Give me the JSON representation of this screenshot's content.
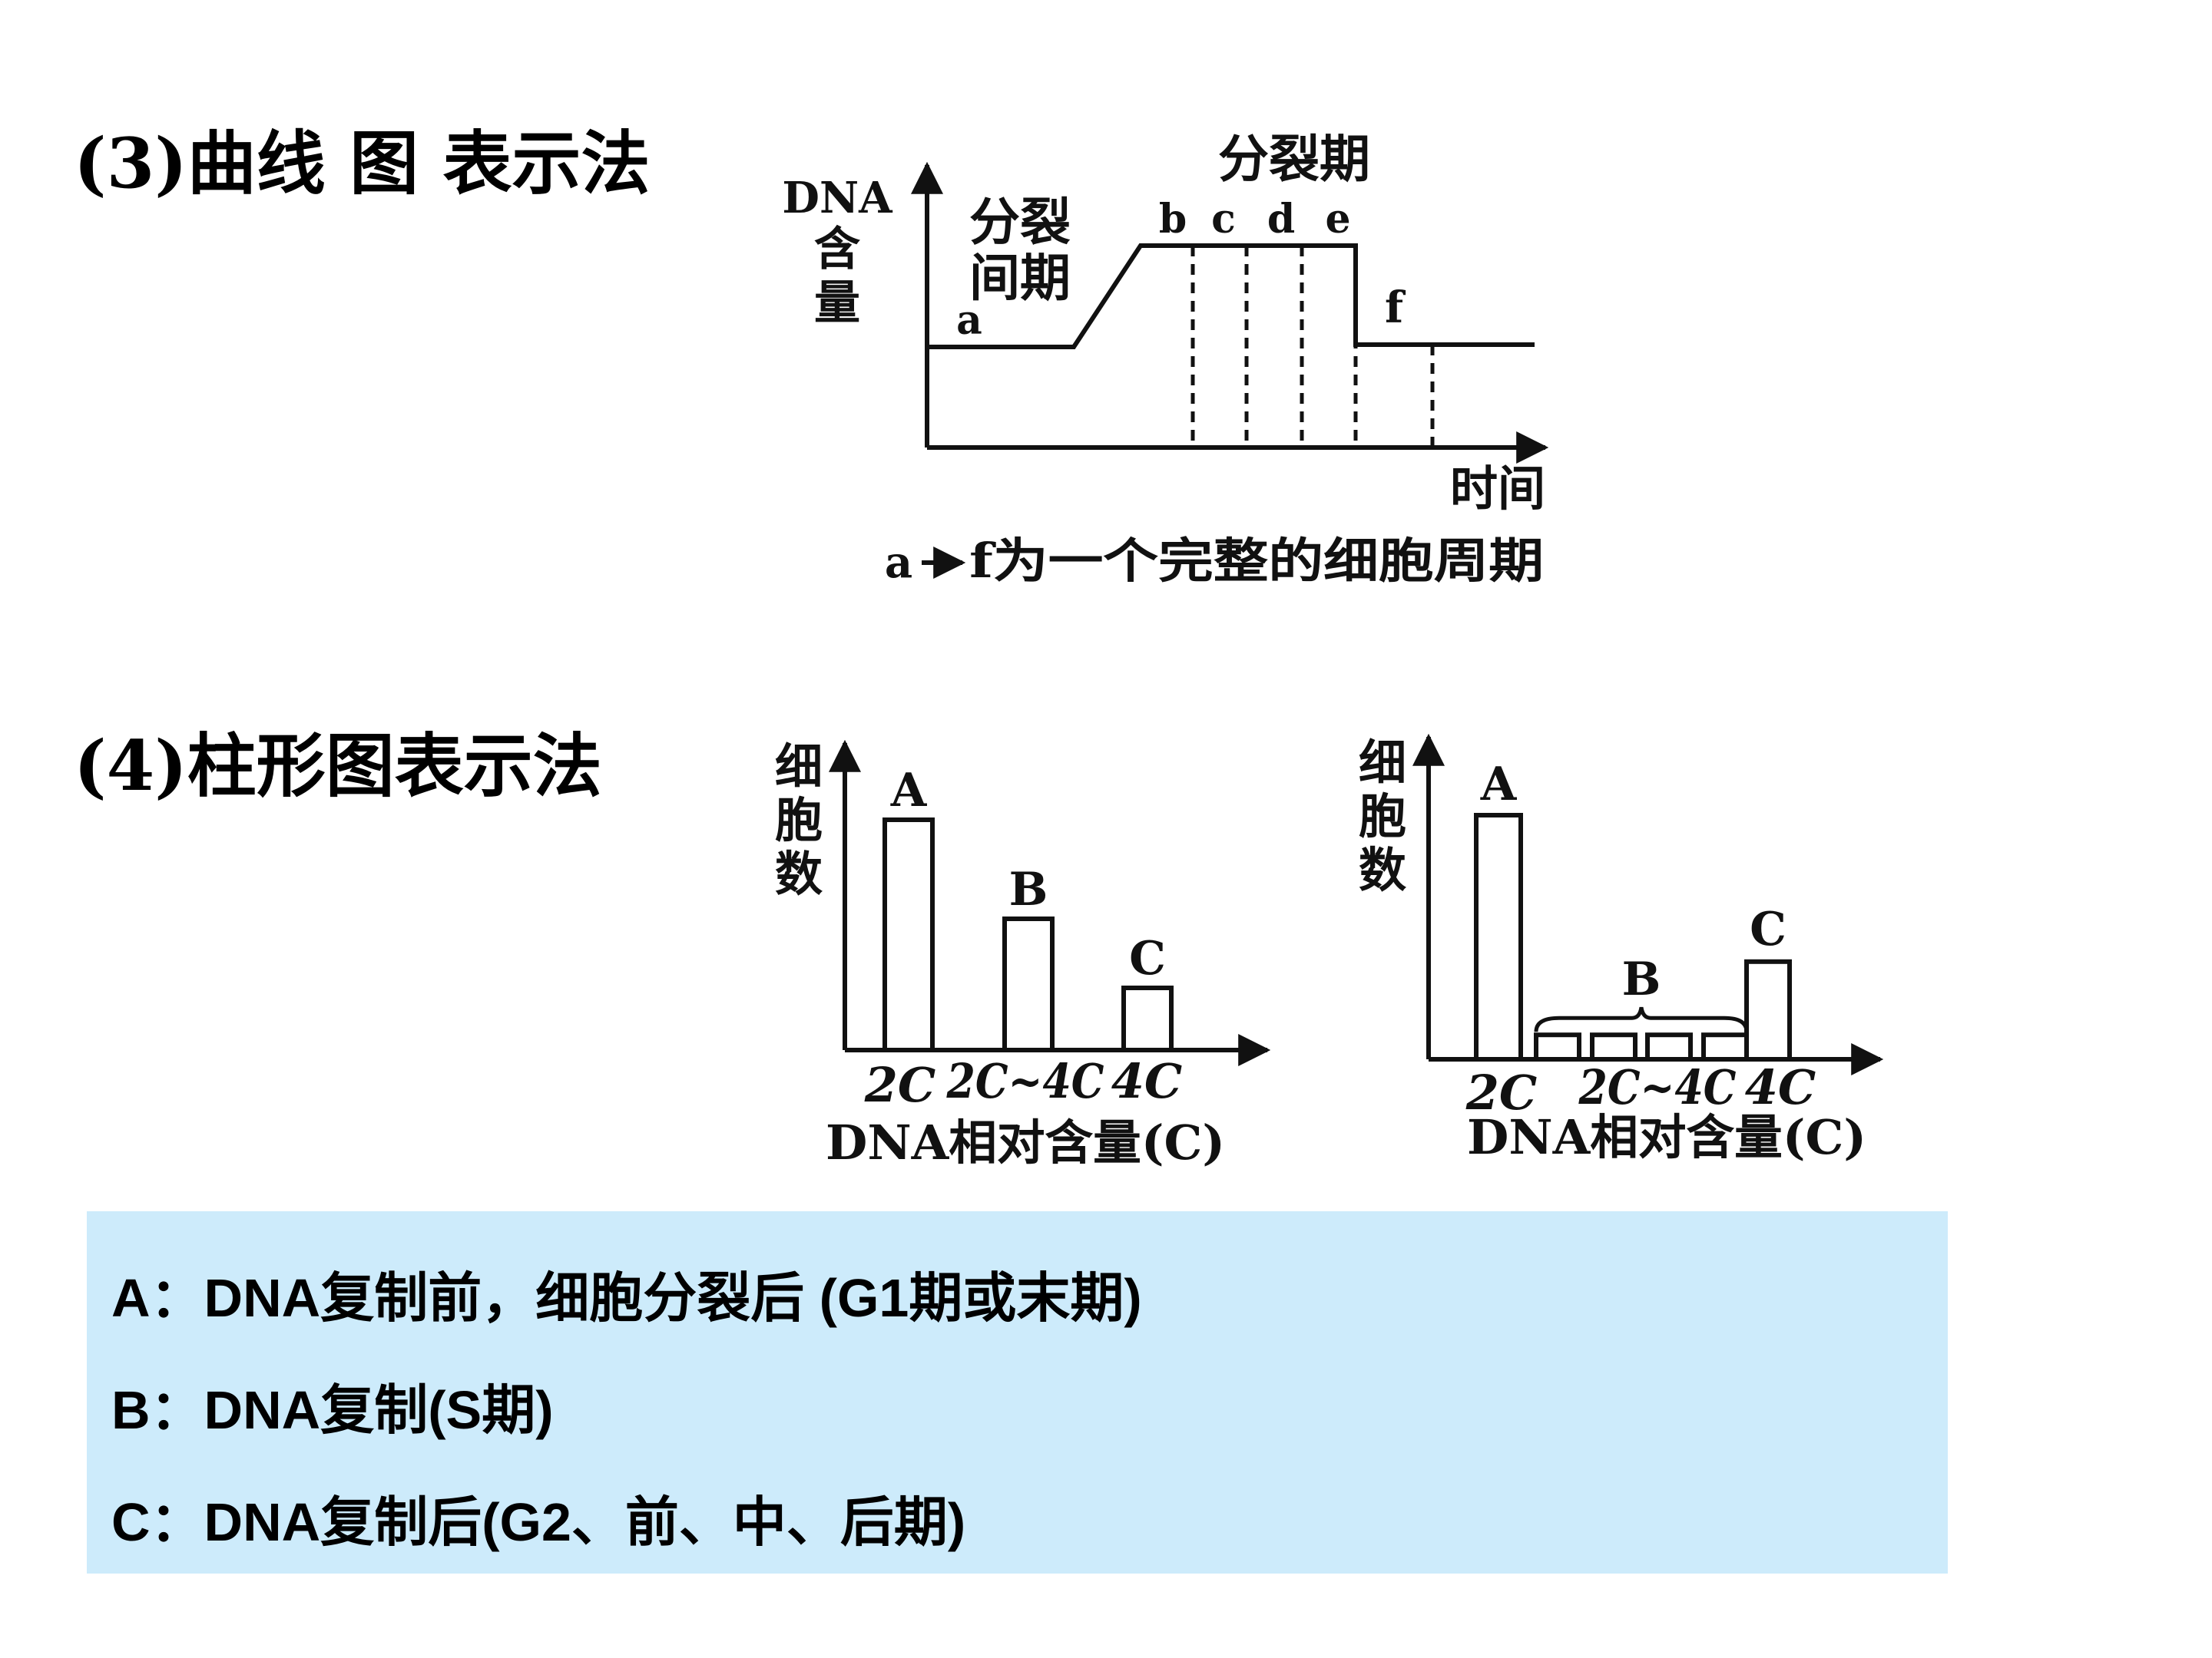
{
  "section3": {
    "heading": "(3)曲线 图 表示法",
    "diagram": {
      "y_axis_label": [
        "DNA",
        "含",
        "量"
      ],
      "x_axis_label": "时间",
      "interphase_label": [
        "分裂",
        "间期"
      ],
      "division_label": "分裂期",
      "stage_labels": [
        "a",
        "b",
        "c",
        "d",
        "e",
        "f"
      ],
      "caption_start": "a",
      "caption_end": "f为一个完整的细胞周期"
    }
  },
  "section4": {
    "heading": "(4)柱形图表示法",
    "chart_data": [
      {
        "type": "bar",
        "ylabel": "细胞数",
        "xlabel": "DNA相对含量(C)",
        "tick_labels": [
          "2C",
          "2C~4C",
          "4C"
        ],
        "bars": [
          {
            "label": "A",
            "value": 10
          },
          {
            "label": "B",
            "value": 5.7
          },
          {
            "label": "C",
            "value": 2.7
          }
        ],
        "ylim": [
          0,
          13
        ]
      },
      {
        "type": "bar",
        "ylabel": "细胞数",
        "xlabel": "DNA相对含量(C)",
        "tick_labels": [
          "2C",
          "2C~4C",
          "4C"
        ],
        "bars": [
          {
            "label": "A",
            "value": 10
          },
          {
            "label": "B",
            "values": [
              1,
              1,
              1,
              1
            ]
          },
          {
            "label": "C",
            "value": 4
          }
        ],
        "ylim": [
          0,
          13
        ]
      }
    ]
  },
  "notes": [
    "A：DNA复制前，细胞分裂后 (G1期或末期)",
    "B：DNA复制(S期)",
    "C：DNA复制后(G2、前、中、后期)"
  ],
  "colors": {
    "note_background": "#cdebfb",
    "line": "#111111"
  }
}
